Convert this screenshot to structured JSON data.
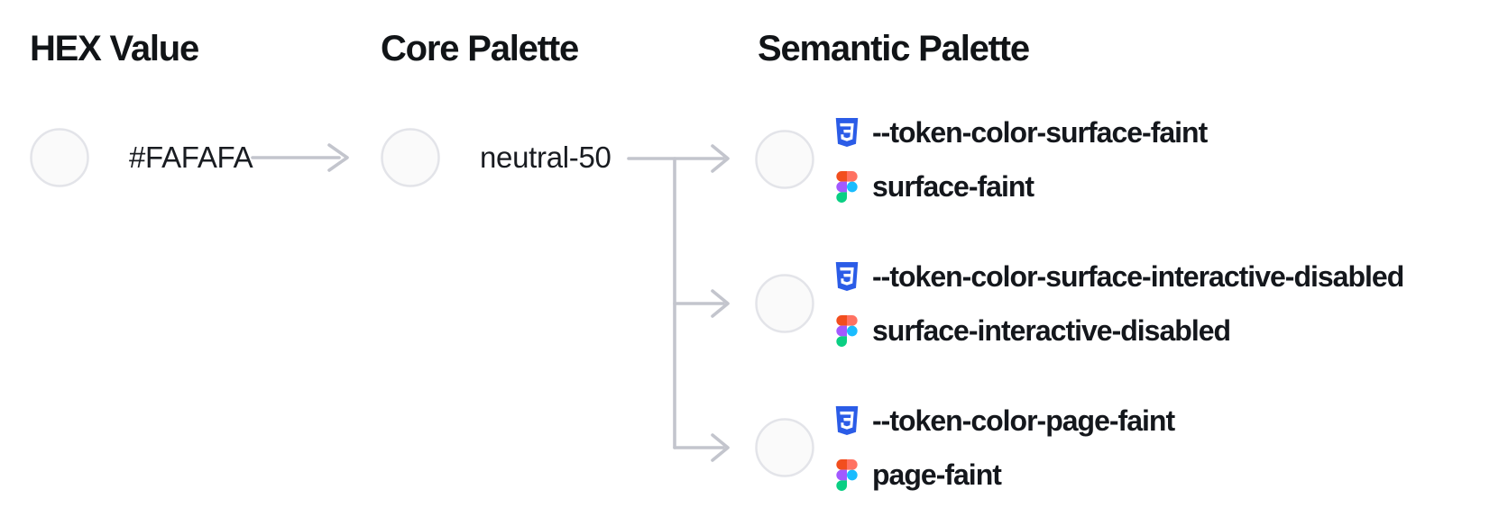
{
  "headings": {
    "hex_column": "HEX Value",
    "core_column": "Core Palette",
    "semantic_column": "Semantic Palette"
  },
  "hex_value": {
    "label": "#FAFAFA",
    "swatch_color": "#FAFAFA"
  },
  "core_palette": {
    "label": "neutral-50",
    "swatch_color": "#FAFAFA"
  },
  "semantic_tokens": [
    {
      "css_variable": "--token-color-surface-faint",
      "figma_style": "surface-faint",
      "swatch_color": "#FAFAFA"
    },
    {
      "css_variable": "--token-color-surface-interactive-disabled",
      "figma_style": "surface-interactive-disabled",
      "swatch_color": "#FAFAFA"
    },
    {
      "css_variable": "--token-color-page-faint",
      "figma_style": "page-faint",
      "swatch_color": "#FAFAFA"
    }
  ],
  "icons": {
    "css_icon": "css3-shield-icon",
    "figma_icon": "figma-logo-icon"
  },
  "colors": {
    "swatch_fill": "#FAFAFA",
    "swatch_border": "#E3E4E9",
    "connector": "#C3C5CD",
    "heading_text": "#111417",
    "label_text": "#191C21",
    "css_logo_blue": "#2B5CE7",
    "figma_orange": "#F24E1E",
    "figma_salmon": "#FF7262",
    "figma_purple": "#A259FF",
    "figma_blue": "#1ABCFE",
    "figma_green": "#0ACF83"
  }
}
